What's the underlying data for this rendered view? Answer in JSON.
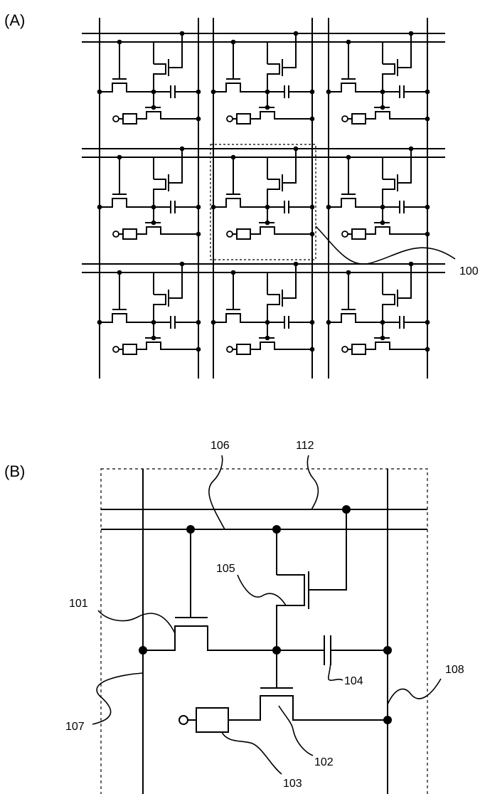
{
  "panels": [
    {
      "id": "A",
      "label": "(A)"
    },
    {
      "id": "B",
      "label": "(B)"
    }
  ],
  "panel_a": {
    "callouts": [
      {
        "ref": "100"
      }
    ]
  },
  "panel_b": {
    "callouts": [
      {
        "ref": "106"
      },
      {
        "ref": "112"
      },
      {
        "ref": "105"
      },
      {
        "ref": "101"
      },
      {
        "ref": "104"
      },
      {
        "ref": "108"
      },
      {
        "ref": "107"
      },
      {
        "ref": "102"
      },
      {
        "ref": "103"
      }
    ]
  },
  "colors": {
    "line": "#000000",
    "background": "#ffffff"
  }
}
